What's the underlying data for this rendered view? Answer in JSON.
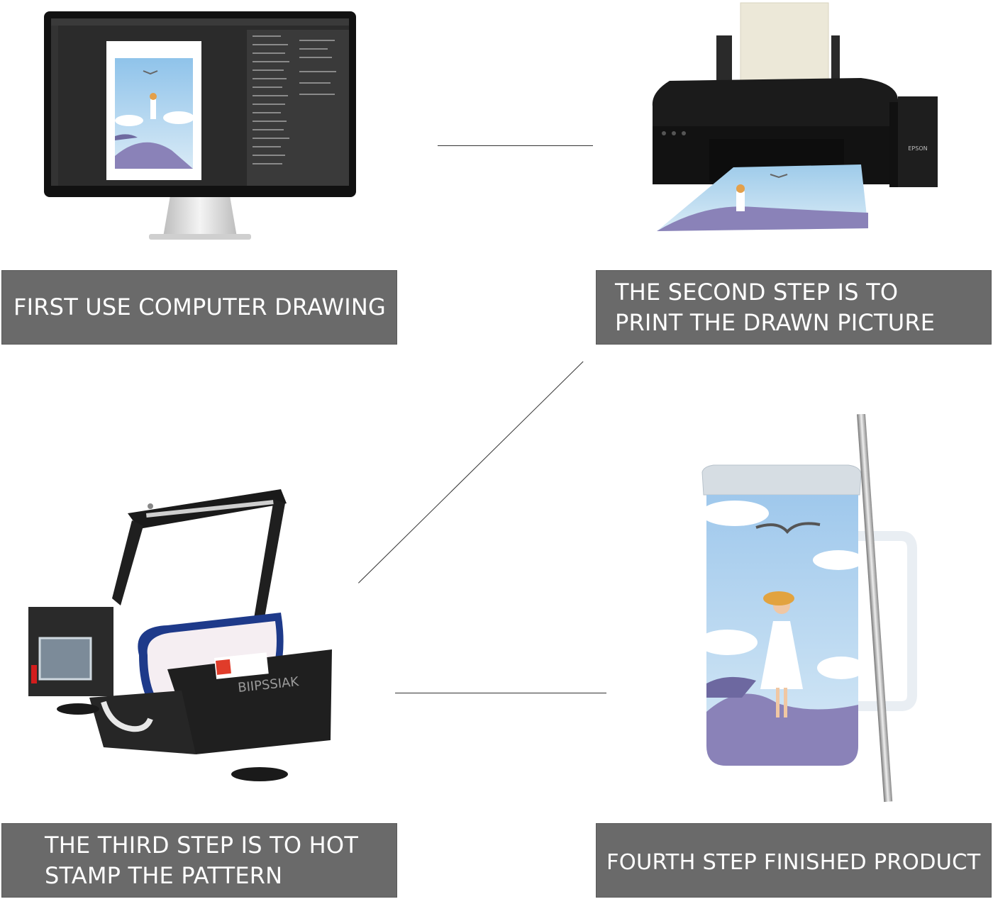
{
  "steps": [
    {
      "label": "FIRST USE COMPUTER DRAWING"
    },
    {
      "label": "THE SECOND STEP IS TO PRINT THE DRAWN PICTURE"
    },
    {
      "label": "THE THIRD STEP IS TO HOT STAMP THE PATTERN"
    },
    {
      "label": "FOURTH STEP FINISHED PRODUCT"
    }
  ],
  "colors": {
    "label_bg": "#6a6a6a",
    "label_text": "#ffffff",
    "line": "#333333",
    "sky": "#a9cfee",
    "rock": "#8a82b8"
  },
  "icons": {
    "computer": "monitor-illustration",
    "printer": "printer-illustration",
    "press": "heat-press-illustration",
    "mug": "tumbler-mug-illustration"
  },
  "illustrations": {
    "printer_brand": "EPSON",
    "press_brand": "BIIPSSIAK"
  }
}
